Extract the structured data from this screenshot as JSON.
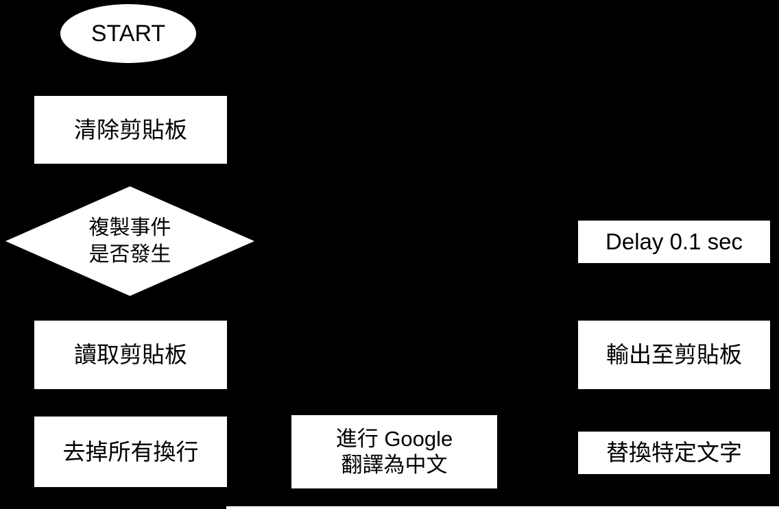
{
  "flowchart": {
    "colors": {
      "background": "#000000",
      "node_fill": "#ffffff",
      "node_text": "#000000",
      "connector": "#ffffff"
    },
    "start": {
      "label": "START"
    },
    "nodes": {
      "clear_clipboard": {
        "label": "清除剪貼板"
      },
      "copy_event_decision": {
        "line1": "複製事件",
        "line2": "是否發生"
      },
      "read_clipboard": {
        "label": "讀取剪貼板"
      },
      "remove_linebreaks": {
        "label": "去掉所有換行"
      },
      "google_translate": {
        "line1": "進行 Google",
        "line2": "翻譯為中文"
      },
      "delay": {
        "label": "Delay 0.1 sec"
      },
      "output_clipboard": {
        "label": "輸出至剪貼板"
      },
      "replace_text": {
        "label": "替換特定文字"
      }
    }
  }
}
